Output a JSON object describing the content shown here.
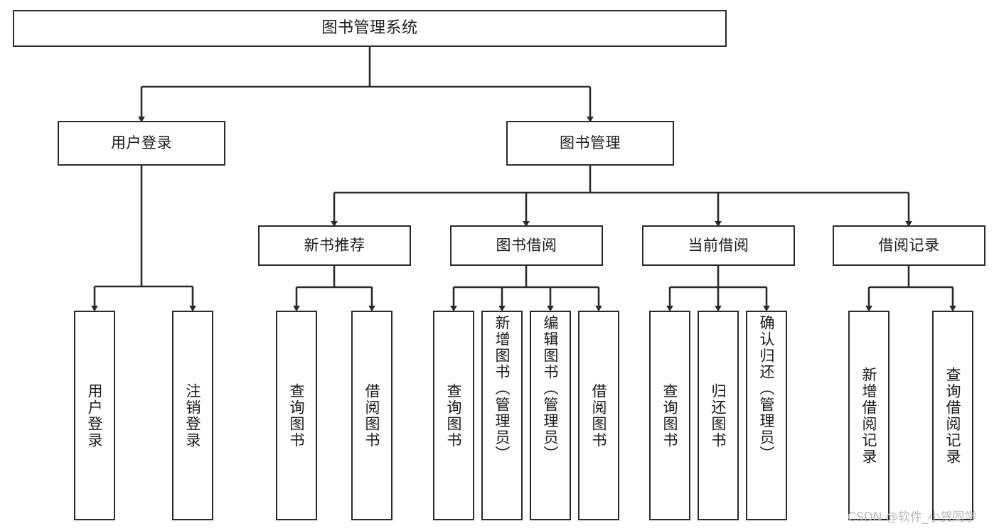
{
  "diagram": {
    "title": "图书管理系统",
    "type": "tree-hierarchy-diagram",
    "background_color": "#ffffff",
    "line_color": "#2b2b2b",
    "box_border_color": "#2b2b2b",
    "box_fill_color": "#ffffff",
    "text_color": "#1a1a1a"
  },
  "nodes": {
    "root": {
      "label": "图书管理系统"
    },
    "level1": [
      {
        "label": "用户登录"
      },
      {
        "label": "图书管理"
      }
    ],
    "level2": [
      {
        "label": "新书推荐"
      },
      {
        "label": "图书借阅"
      },
      {
        "label": "当前借阅"
      },
      {
        "label": "借阅记录"
      }
    ],
    "leaves": {
      "user_login": [
        {
          "label": "用户登录"
        },
        {
          "label": "注销登录"
        }
      ],
      "new_book_recommend": [
        {
          "label": "查询图书"
        },
        {
          "label": "借阅图书"
        }
      ],
      "book_borrow": [
        {
          "label": "查询图书"
        },
        {
          "label": "新增图书（管理员）"
        },
        {
          "label": "编辑图书（管理员）"
        },
        {
          "label": "借阅图书"
        }
      ],
      "current_borrow": [
        {
          "label": "查询图书"
        },
        {
          "label": "归还图书"
        },
        {
          "label": "确认归还（管理员）"
        }
      ],
      "borrow_record": [
        {
          "label": "新增借阅记录"
        },
        {
          "label": "查询借阅记录"
        }
      ]
    }
  },
  "watermark": {
    "text": "CSDN @软件_小贺同学",
    "color": "#b9b9b9"
  }
}
